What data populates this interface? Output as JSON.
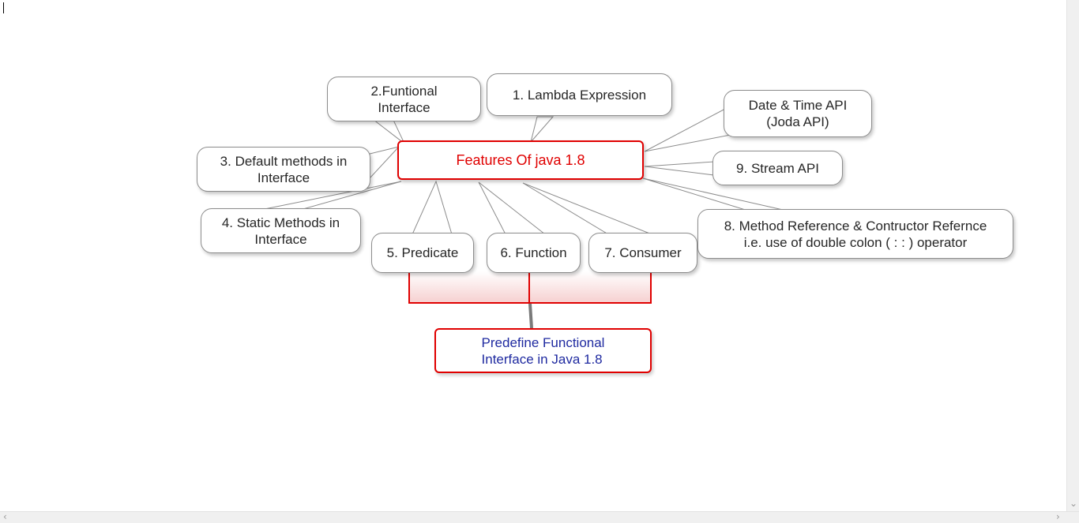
{
  "diagram": {
    "central_title": "Features Of java 1.8",
    "group_title": "Predefine Functional\nInterface in Java 1.8",
    "nodes": [
      {
        "id": "lambda",
        "label": "1. Lambda Expression"
      },
      {
        "id": "functional",
        "label": "2.Funtional\nInterface"
      },
      {
        "id": "default",
        "label": "3. Default methods in\nInterface"
      },
      {
        "id": "static",
        "label": "4. Static Methods in\nInterface"
      },
      {
        "id": "predicate",
        "label": "5. Predicate"
      },
      {
        "id": "function",
        "label": "6. Function"
      },
      {
        "id": "consumer",
        "label": "7. Consumer"
      },
      {
        "id": "methodref",
        "label": "8. Method Reference & Contructor Refernce\ni.e. use of double colon ( : : ) operator"
      },
      {
        "id": "stream",
        "label": "9. Stream API"
      },
      {
        "id": "datetime",
        "label": "Date & Time API\n(Joda API)"
      }
    ],
    "colors": {
      "central_border": "#e00000",
      "central_text": "#e00000",
      "group_text": "#1f2aa0",
      "bracket": "#e00000",
      "callout_border": "#8c8c8c"
    }
  },
  "scrollbars": {
    "left_arrow_icon": "chevron-left-icon",
    "right_arrow_icon": "chevron-right-icon",
    "up_arrow_icon": "chevron-up-icon",
    "down_arrow_icon": "chevron-down-icon"
  }
}
